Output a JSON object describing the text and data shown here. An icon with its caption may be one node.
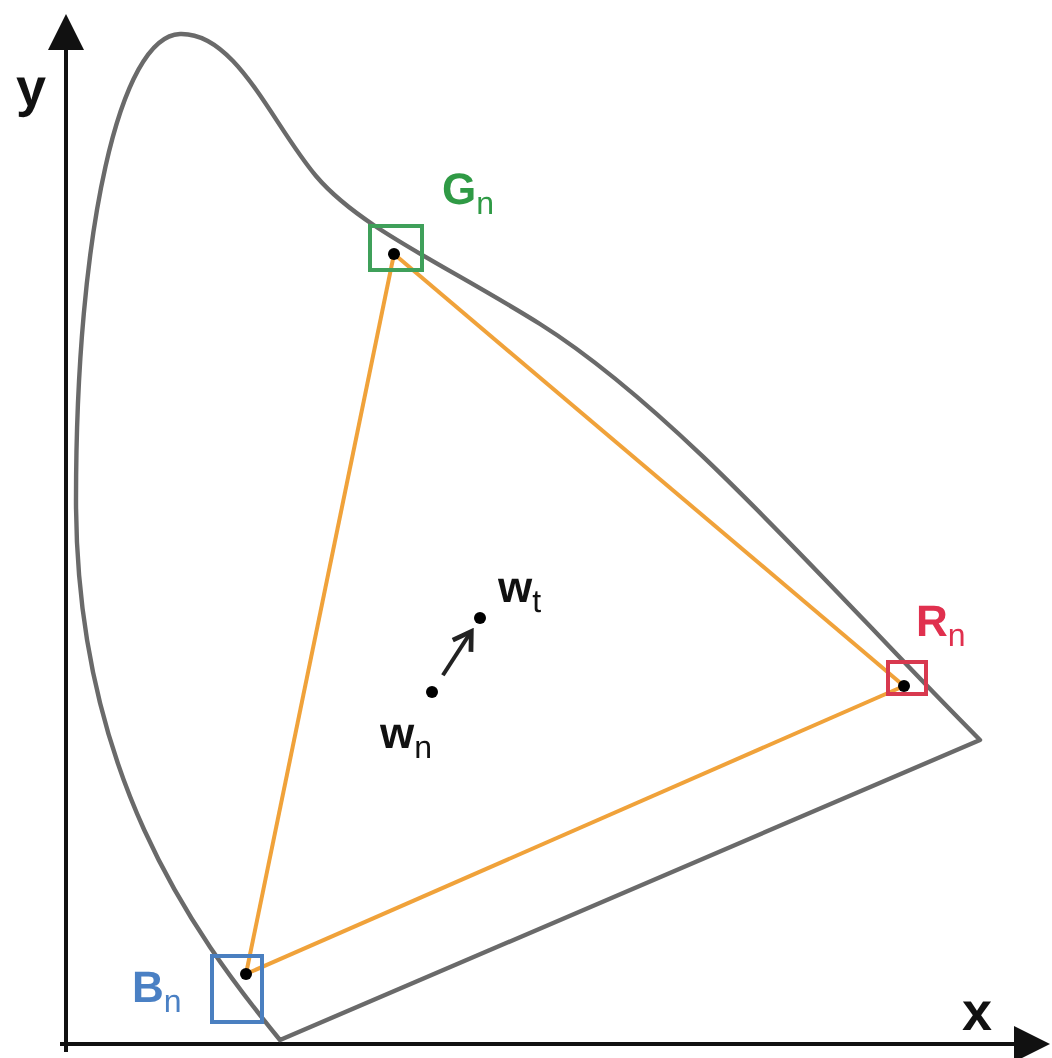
{
  "diagram": {
    "nodes": [
      {
        "text": [
          "**G**$_{n}$"
        ]
      },
      {
        "text": [
          "**w**$_{t}$"
        ]
      },
      {
        "text": [
          "**R**$_{n}$"
        ]
      },
      {
        "text": [
          "**w**$_{n}$"
        ]
      },
      {
        "text": [
          "**B**$_{n}$"
        ]
      }
    ],
    "edges": [
      {
        "from": 0,
        "to": 2,
        "arrow": "none"
      },
      {
        "from": 2,
        "to": 4,
        "arrow": "none"
      },
      {
        "from": 4,
        "to": 0,
        "arrow": "none"
      },
      {
        "from": 3,
        "to": 1,
        "arrow": "to",
        "color": "#222222"
      }
    ],
    "labels": [
      "y",
      "x"
    ]
  }
}
